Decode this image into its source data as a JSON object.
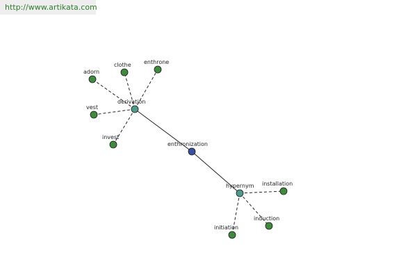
{
  "header": {
    "source_url_text": "http://www.artikata.com"
  },
  "graph": {
    "center": {
      "label": "enthronization",
      "color": "#3a4f9e"
    },
    "hubs": {
      "derivation": {
        "label": "derivation",
        "color": "#4f9a8c"
      },
      "hypernym": {
        "label": "hypernym",
        "color": "#4f9a8c"
      }
    },
    "leaves": {
      "adorn": {
        "label": "adorn",
        "color": "#3f8a3f"
      },
      "clothe": {
        "label": "clothe",
        "color": "#3f8a3f"
      },
      "enthrone": {
        "label": "enthrone",
        "color": "#3f8a3f"
      },
      "vest": {
        "label": "vest",
        "color": "#3f8a3f"
      },
      "invest": {
        "label": "invest",
        "color": "#3f8a3f"
      },
      "installation": {
        "label": "installation",
        "color": "#3f8a3f"
      },
      "induction": {
        "label": "induction",
        "color": "#3f8a3f"
      },
      "initiation": {
        "label": "initiation",
        "color": "#3f8a3f"
      }
    },
    "edge_style": {
      "hub_link": "solid",
      "leaf_link": "dashed"
    }
  }
}
